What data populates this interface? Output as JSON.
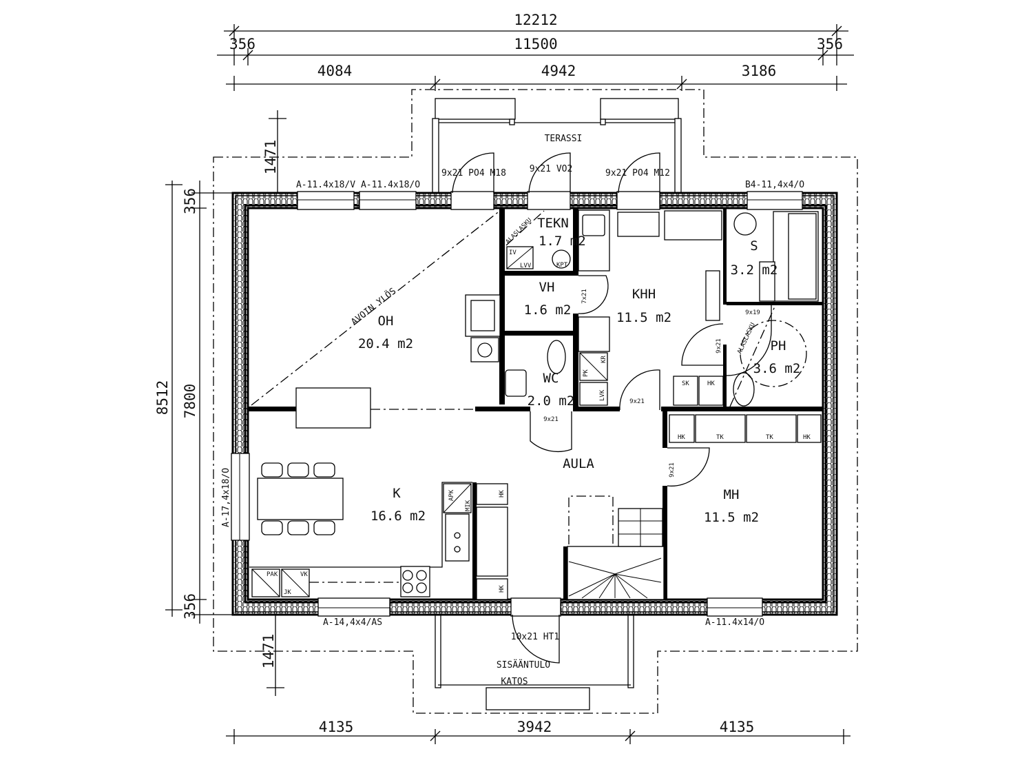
{
  "dimensions": {
    "top_overall": "12212",
    "top_inner": "11500",
    "top_left_offset": "356",
    "top_right_offset": "356",
    "top_segments": [
      "4084",
      "4942",
      "3186"
    ],
    "bottom_segments": [
      "4135",
      "3942",
      "4135"
    ],
    "left_overall": "8512",
    "left_inner": "7800",
    "left_top_offset": "356",
    "left_bottom_offset": "356",
    "terrace_depth": "1471",
    "entrance_depth": "1471"
  },
  "rooms": {
    "oh": {
      "name": "OH",
      "area": "20.4 m2"
    },
    "k": {
      "name": "K",
      "area": "16.6 m2"
    },
    "aula": {
      "name": "AULA"
    },
    "mh": {
      "name": "MH",
      "area": "11.5 m2"
    },
    "khh": {
      "name": "KHH",
      "area": "11.5 m2"
    },
    "vh": {
      "name": "VH",
      "area": "1.6 m2"
    },
    "wc": {
      "name": "WC",
      "area": "2.0 m2"
    },
    "tekn": {
      "name": "TEKN",
      "area": "1.7 m2"
    },
    "s": {
      "name": "S",
      "area": "3.2 m2"
    },
    "ph": {
      "name": "PH",
      "area": "3.6 m2"
    }
  },
  "outdoor": {
    "terrace": "TERASSI",
    "entrance": "SISÄÄNTULO",
    "canopy": "KATOS"
  },
  "annotations": {
    "open_above": "AVOIN YLÖS",
    "lowered_ceiling_1": "ALASLASKU",
    "lowered_ceiling_2": "ALASLASKU"
  },
  "windows": {
    "w1": "A-11.4x18/V",
    "w2": "A-11.4x18/O",
    "w3": "B4-11,4x4/O",
    "w4": "A-17,4x18/O",
    "w5": "A-14,4x4/AS",
    "w6": "A-11.4x14/O"
  },
  "doors": {
    "d1": "9x21 PO4 M18",
    "d2": "9x21 VO2",
    "d3": "9x21 PO4 M12",
    "d4": "7x21",
    "d5": "9x21",
    "d6": "9x21",
    "d7": "9x21",
    "d8": "9x21",
    "d9": "9x19",
    "d10": "10x21 HT1"
  },
  "fixtures": {
    "sk": "SK",
    "hk1": "HK",
    "hk2": "HK",
    "tk1": "TK",
    "tk2": "TK",
    "hk3": "HK",
    "pk": "PK",
    "kr": "KR",
    "lvk": "LVK",
    "apk": "APK",
    "mik": "MIK",
    "hk4": "HK",
    "hk5": "HK",
    "pak": "PAK",
    "vk": "VK",
    "jk": "JK",
    "iv": "IV",
    "lvv": "LVV",
    "kpt": "KPT"
  }
}
